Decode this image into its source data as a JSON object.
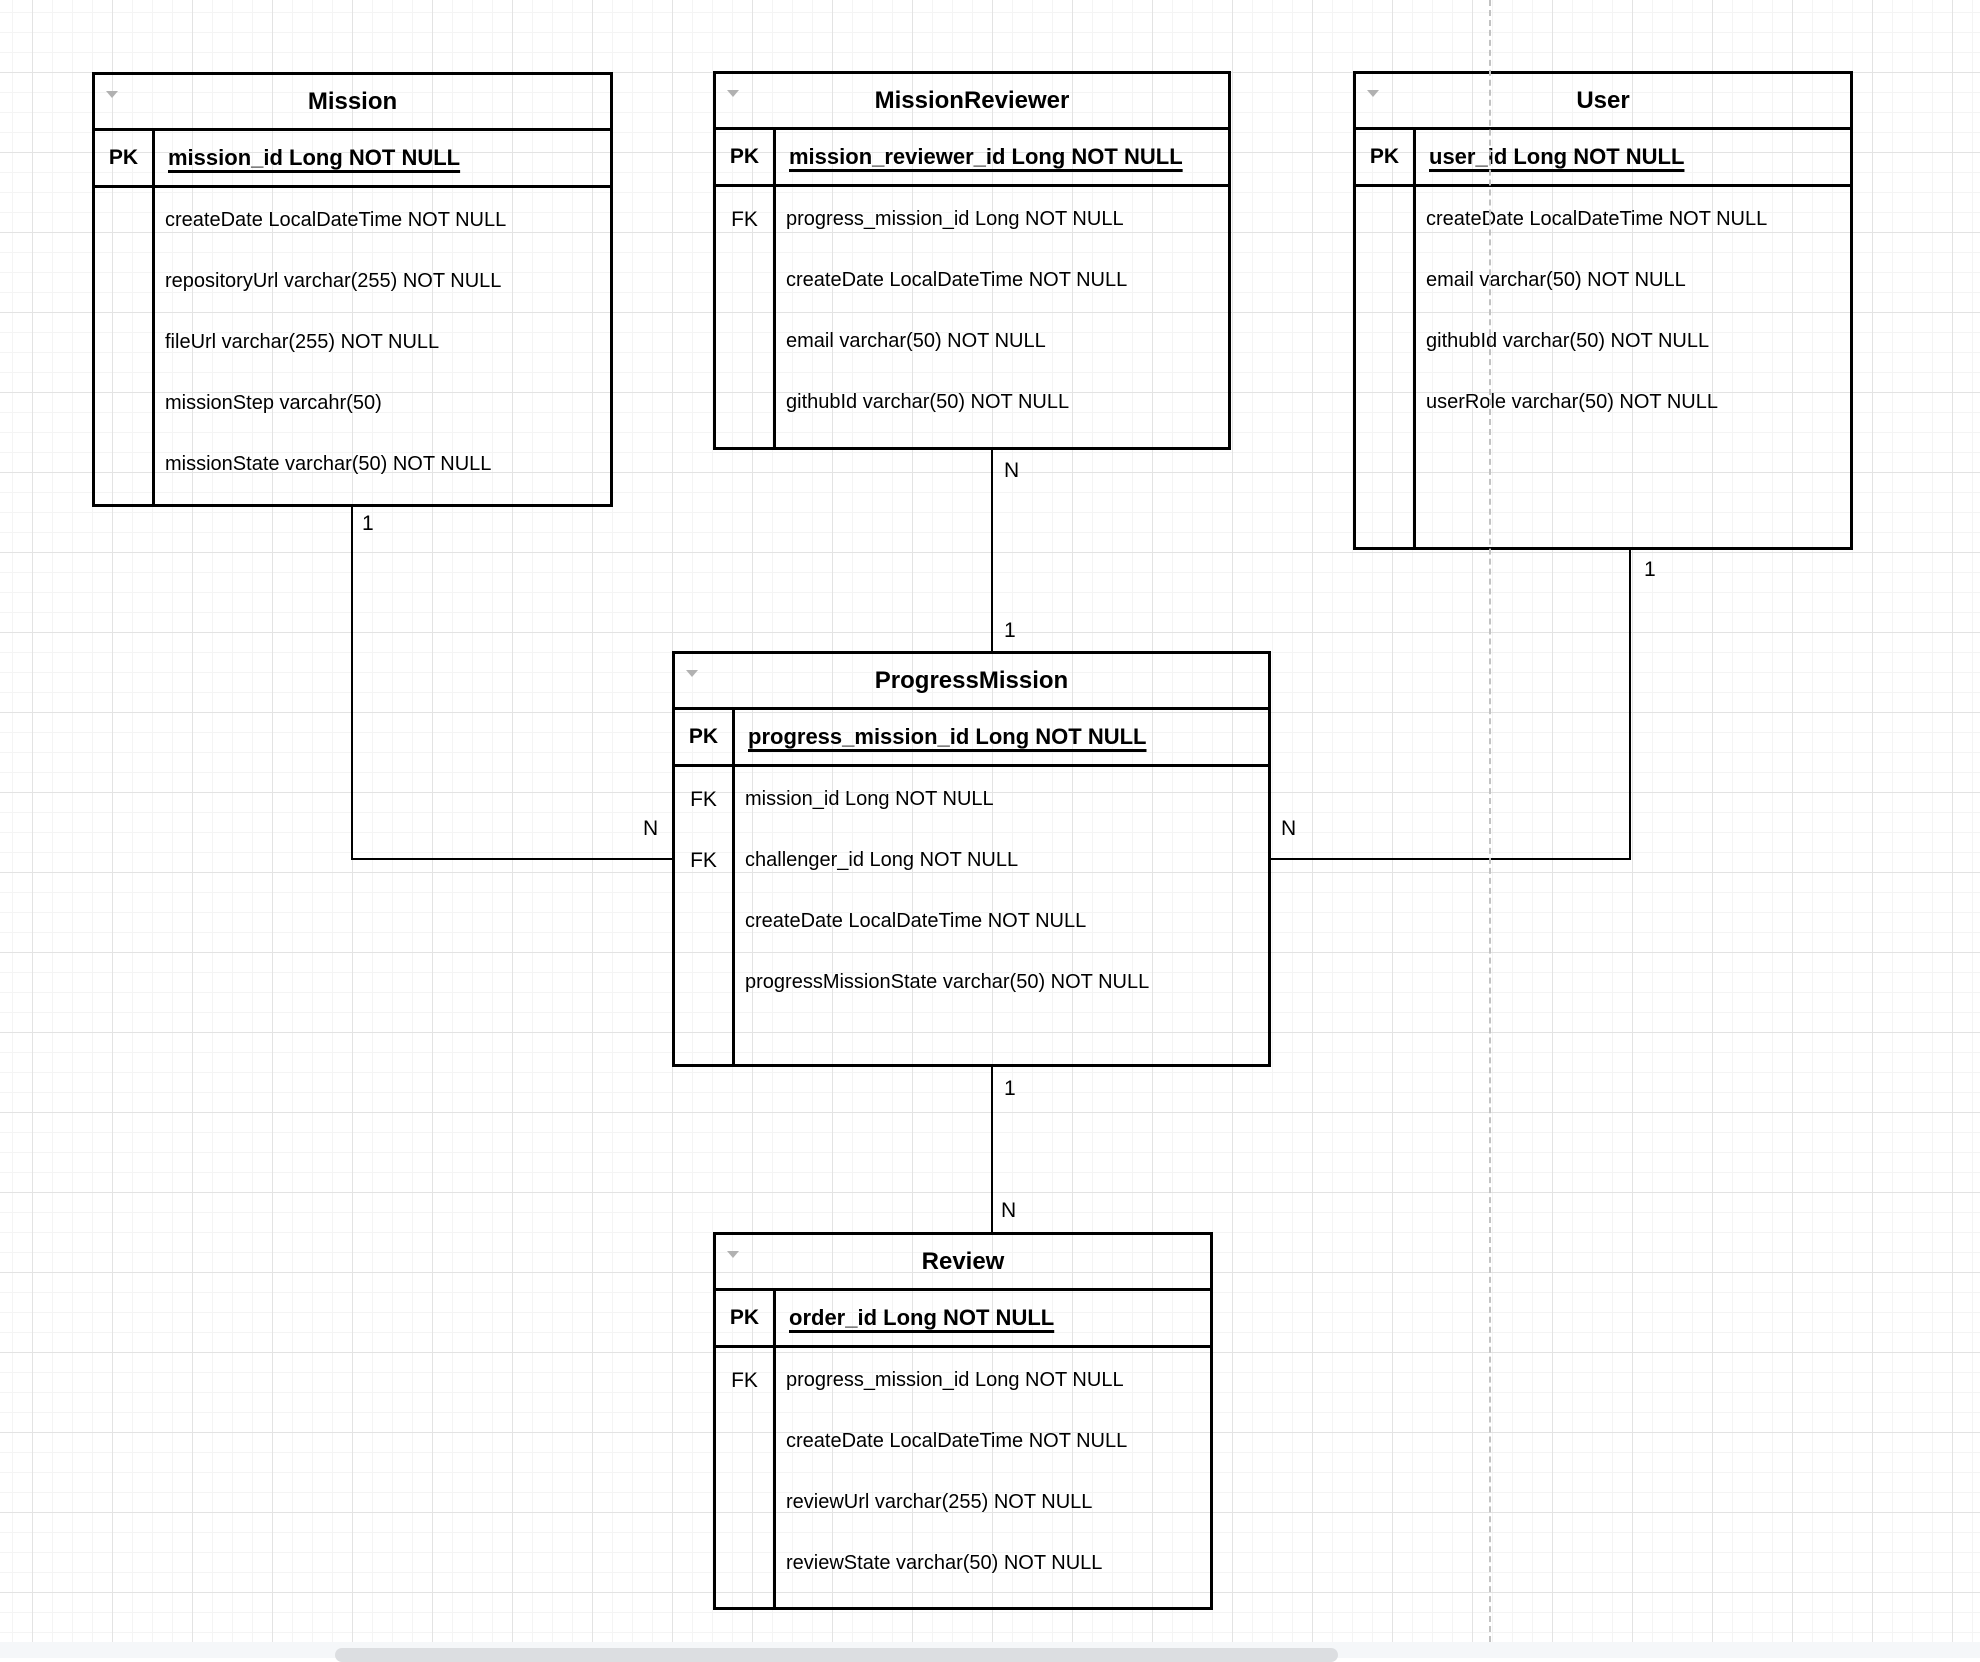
{
  "colors": {
    "table_border": "#000000",
    "connector": "#000000",
    "collapse_arrow": "#b1b1b1",
    "grid_minor": "#f4f4f4",
    "grid_major": "#e3e3e3",
    "page_break": "#c2c2c2",
    "scrollbar_track": "#f5f7f9",
    "scrollbar_thumb": "#dcdee1"
  },
  "tables": [
    {
      "title": "Mission",
      "pk": {
        "key": "PK",
        "text": "mission_id Long NOT NULL"
      },
      "rows": [
        {
          "key": "",
          "text": "createDate LocalDateTime NOT NULL"
        },
        {
          "key": "",
          "text": "repositoryUrl varchar(255) NOT NULL"
        },
        {
          "key": "",
          "text": "fileUrl varchar(255) NOT NULL"
        },
        {
          "key": "",
          "text": "missionStep varcahr(50)"
        },
        {
          "key": "",
          "text": "missionState varchar(50) NOT NULL"
        }
      ]
    },
    {
      "title": "MissionReviewer",
      "pk": {
        "key": "PK",
        "text": "mission_reviewer_id Long NOT NULL"
      },
      "rows": [
        {
          "key": "FK",
          "text": "progress_mission_id Long NOT NULL"
        },
        {
          "key": "",
          "text": "createDate LocalDateTime NOT NULL"
        },
        {
          "key": "",
          "text": "email varchar(50) NOT NULL"
        },
        {
          "key": "",
          "text": "githubId varchar(50) NOT NULL"
        }
      ]
    },
    {
      "title": "User",
      "pk": {
        "key": "PK",
        "text": "user_id Long NOT NULL"
      },
      "rows": [
        {
          "key": "",
          "text": "createDate LocalDateTime NOT NULL"
        },
        {
          "key": "",
          "text": "email varchar(50) NOT NULL"
        },
        {
          "key": "",
          "text": "githubId varchar(50) NOT NULL"
        },
        {
          "key": "",
          "text": "userRole varchar(50) NOT NULL"
        }
      ]
    },
    {
      "title": "ProgressMission",
      "pk": {
        "key": "PK",
        "text": "progress_mission_id Long NOT NULL"
      },
      "rows": [
        {
          "key": "FK",
          "text": "mission_id Long NOT NULL"
        },
        {
          "key": "FK",
          "text": "challenger_id Long NOT NULL"
        },
        {
          "key": "",
          "text": "createDate LocalDateTime NOT NULL"
        },
        {
          "key": "",
          "text": "progressMissionState varchar(50) NOT NULL"
        }
      ]
    },
    {
      "title": "Review",
      "pk": {
        "key": "PK",
        "text": "order_id Long NOT NULL"
      },
      "rows": [
        {
          "key": "FK",
          "text": "progress_mission_id Long NOT NULL"
        },
        {
          "key": "",
          "text": "createDate LocalDateTime NOT NULL"
        },
        {
          "key": "",
          "text": "reviewUrl varchar(255) NOT NULL"
        },
        {
          "key": "",
          "text": "reviewState varchar(50) NOT NULL"
        }
      ]
    }
  ],
  "relationships": [
    {
      "from": "Mission",
      "to": "ProgressMission",
      "from_cardinality": "1",
      "to_cardinality": "N"
    },
    {
      "from": "MissionReviewer",
      "to": "ProgressMission",
      "from_cardinality": "N",
      "to_cardinality": "1"
    },
    {
      "from": "User",
      "to": "ProgressMission",
      "from_cardinality": "1",
      "to_cardinality": "N"
    },
    {
      "from": "ProgressMission",
      "to": "Review",
      "from_cardinality": "1",
      "to_cardinality": "N"
    }
  ]
}
